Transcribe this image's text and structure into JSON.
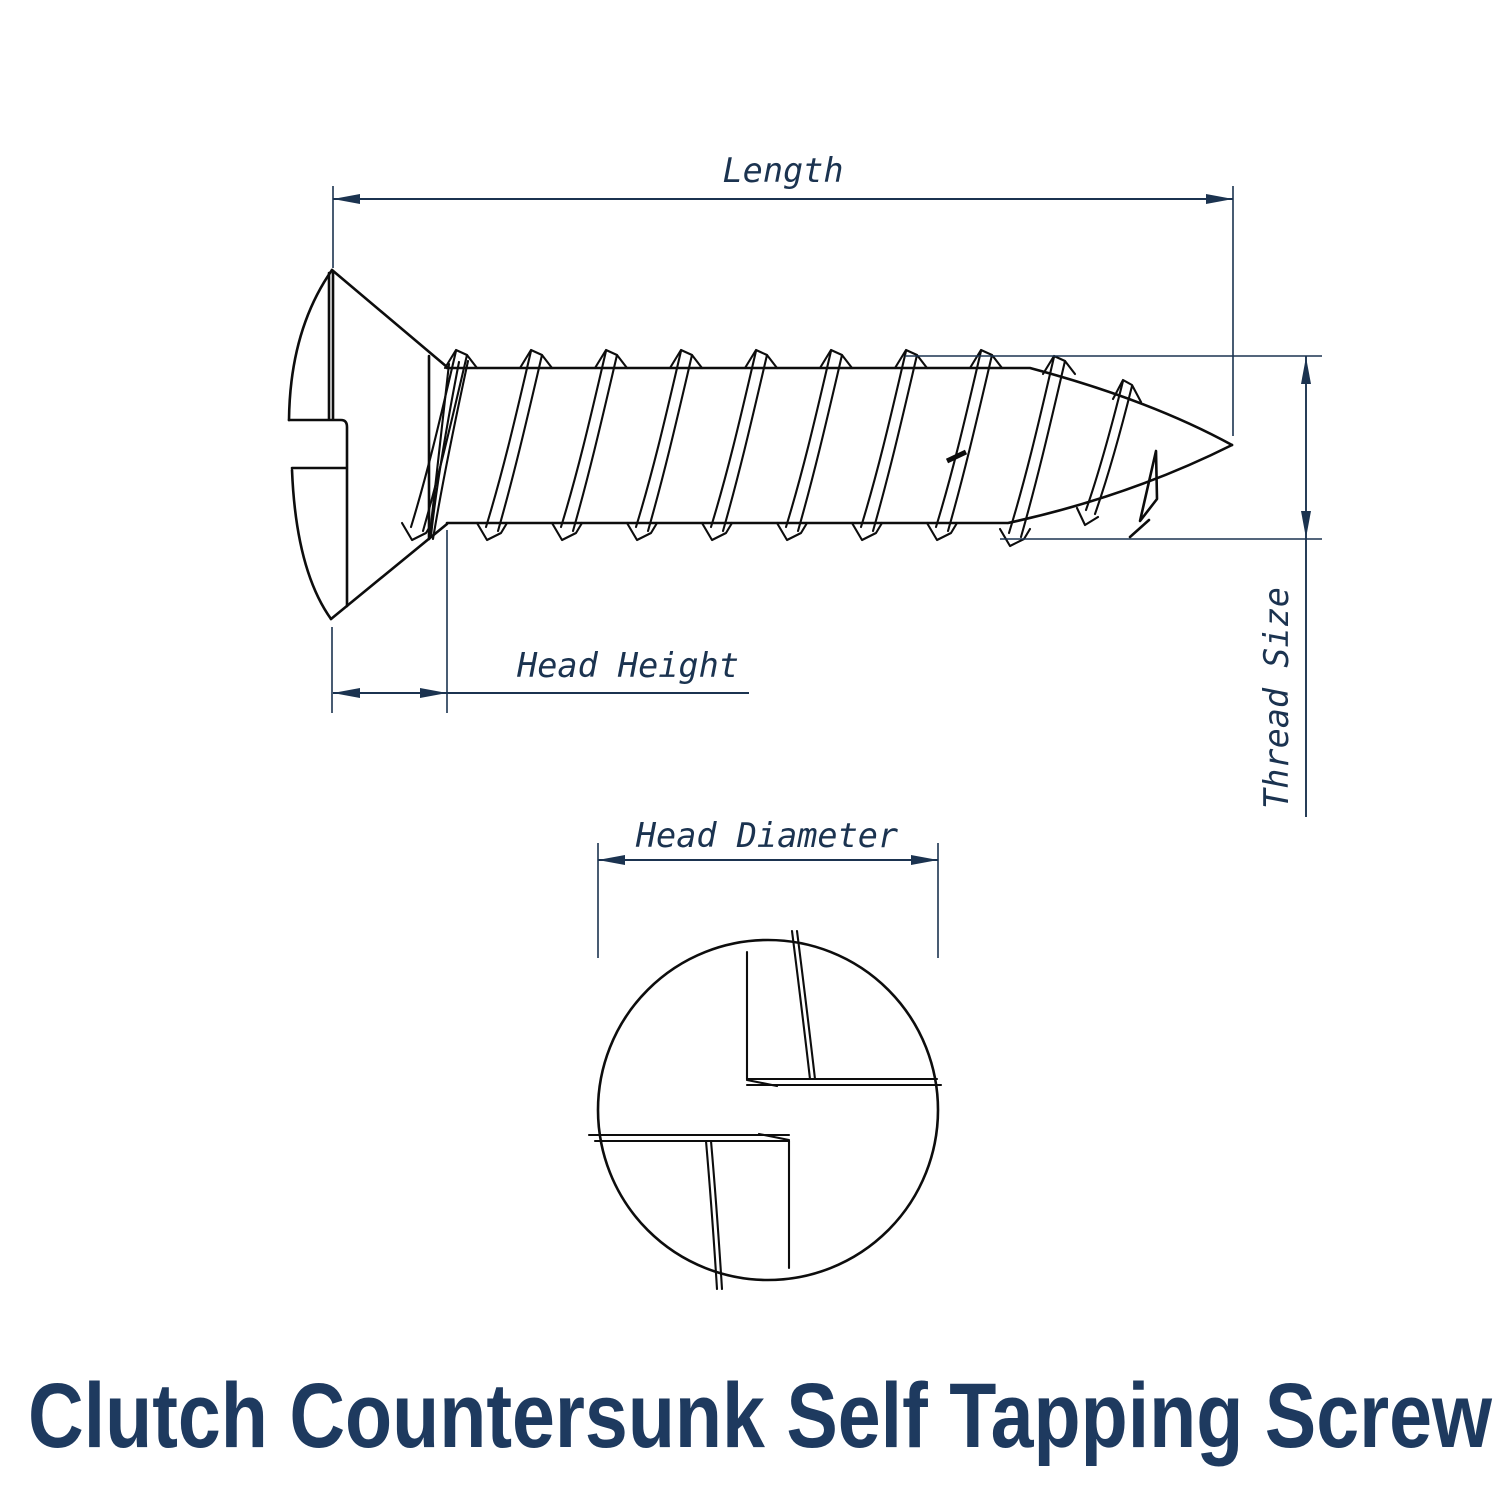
{
  "title": {
    "text": "Clutch Countersunk Self Tapping Screw"
  },
  "diagram": {
    "type": "technical-drawing",
    "subject": "clutch countersunk self tapping screw",
    "dimension_labels": {
      "length": "Length",
      "head_height": "Head Height",
      "thread_size": "Thread Size",
      "head_diameter": "Head Diameter"
    },
    "colors": {
      "drawing_line": "#0d0d0d",
      "dimension": "#1b3350",
      "title": "#1e3a5f",
      "background": "#ffffff"
    }
  }
}
